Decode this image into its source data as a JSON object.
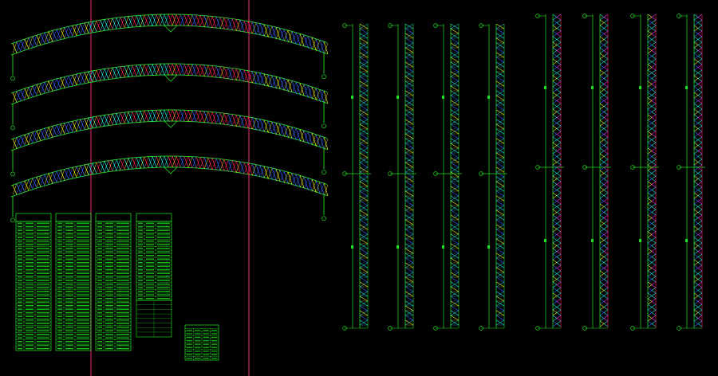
{
  "drawing": {
    "background": "#000000",
    "colors": {
      "outline": "#22dd22",
      "web_blue": "#3366ff",
      "web_cyan": "#22dddd",
      "web_yellow": "#eeee22",
      "web_red": "#ff2255",
      "web_magenta": "#ee22ee",
      "table": "#22ee22",
      "guide": "#cc2266",
      "text": "#ffffff"
    },
    "arch_truss_elevations": {
      "count": 4,
      "captions": [
        "",
        "",
        "",
        ""
      ]
    },
    "column_truss_elevations": {
      "count": 8,
      "captions": [
        "",
        "",
        "",
        "",
        "",
        "",
        "",
        ""
      ]
    },
    "member_tables": {
      "count": 4,
      "rows_per_table": 36,
      "columns_per_table": 3
    },
    "legend_table": {
      "rows": 10,
      "columns": 4
    }
  }
}
